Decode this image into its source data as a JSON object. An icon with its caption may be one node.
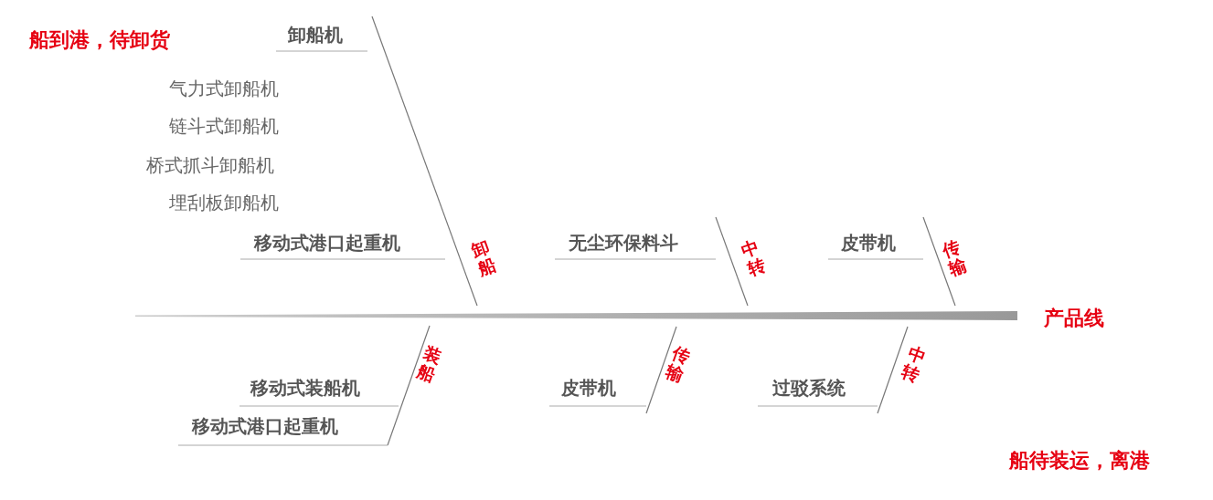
{
  "diagram": {
    "labels": [
      "船到港，待卸货",
      "卸船机",
      "气力式卸船机",
      "链斗式卸船机",
      "桥式抓斗卸船机",
      "埋刮板卸船机",
      "移动式港口起重机",
      "卸船",
      "无尘环保料斗",
      "中转",
      "皮带机",
      "传输",
      "产品线",
      "装船",
      "传输",
      "中转",
      "移动式装船机",
      "皮带机",
      "过驳系统",
      "移动式港口起重机",
      "船待装运，离港"
    ]
  }
}
